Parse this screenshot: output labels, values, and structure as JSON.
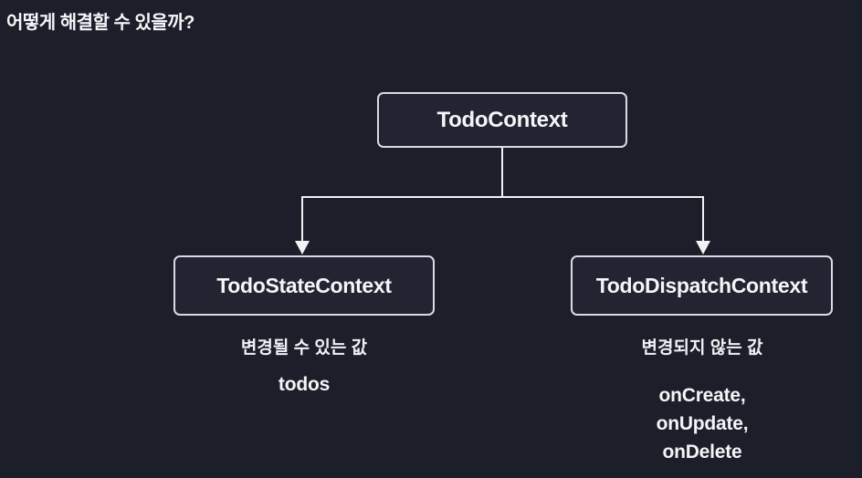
{
  "title": "어떻게 해결할 수 있을까?",
  "diagram": {
    "root": {
      "label": "TodoContext"
    },
    "children": [
      {
        "label": "TodoStateContext",
        "description": "변경될 수 있는 값",
        "values": [
          "todos"
        ]
      },
      {
        "label": "TodoDispatchContext",
        "description": "변경되지 않는 값",
        "values": [
          "onCreate,",
          "onUpdate,",
          "onDelete"
        ]
      }
    ]
  },
  "colors": {
    "background": "#1c1e2a",
    "node_background": "#222431",
    "node_border": "#d9dbe4",
    "text": "#f4f5f7",
    "connector": "#f2f2f5"
  }
}
